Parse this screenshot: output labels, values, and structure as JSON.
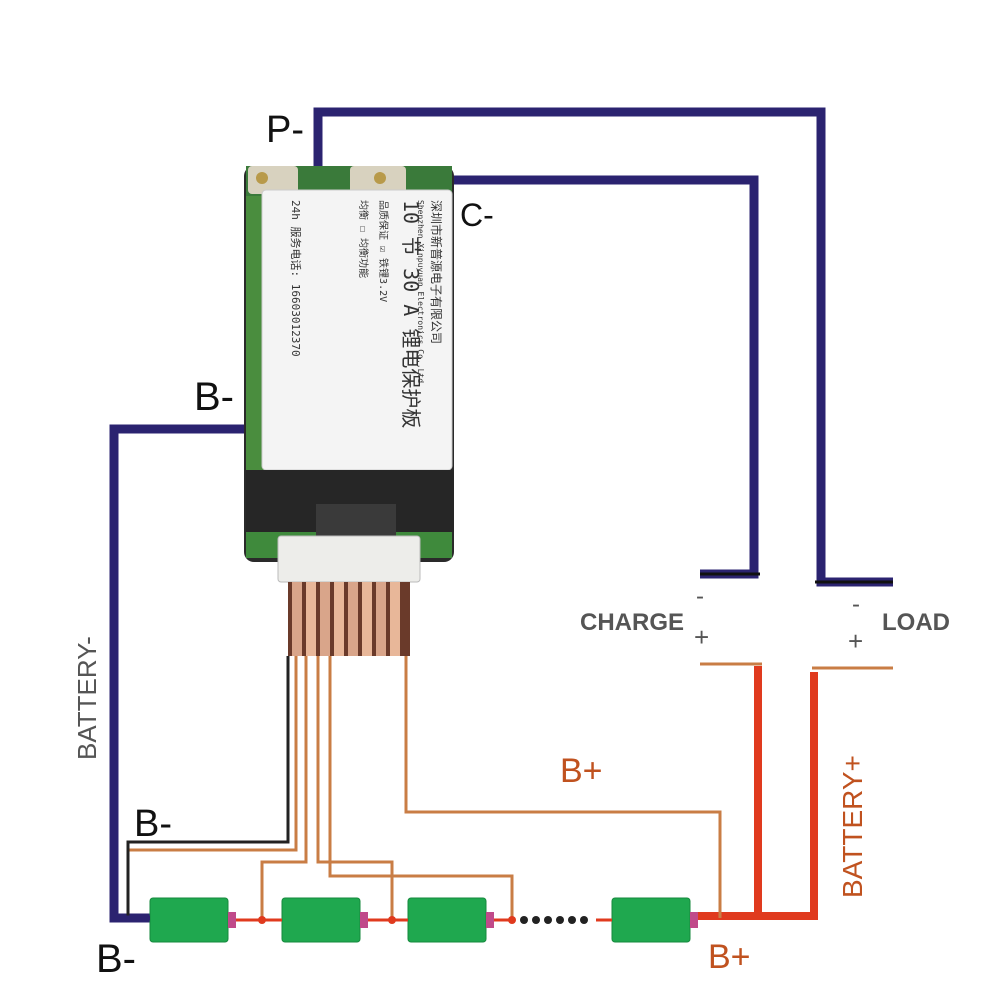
{
  "labels": {
    "p_minus": "P-",
    "c_minus": "C-",
    "b_minus_top": "B-",
    "battery_minus": "BATTERY-",
    "b_minus_mid": "B-",
    "b_minus_bottom": "B-",
    "charge": "CHARGE",
    "load": "LOAD",
    "b_plus_mid": "B+",
    "b_plus_bottom": "B+",
    "battery_plus": "BATTERY+",
    "charge_minus_sign": "-",
    "charge_plus_sign": "+",
    "load_minus_sign": "-",
    "load_plus_sign": "+"
  },
  "board": {
    "line1": "10 节 30 A 锂电保护板",
    "line2": "深圳市新普源电子有限公司",
    "line3": "Shenzhen Xinpuyuan Electronics Co.,Ltd.",
    "line4": "品质保证 ☑ 铁锂3.2V",
    "line5": "均衡 ☐ 均衡功能",
    "line6": "24h 服务电话: 16603012370"
  },
  "colors": {
    "wire_negative": "#2b2370",
    "wire_positive": "#e03a1e",
    "wire_balance": "#c97d45",
    "wire_black": "#222222",
    "cell_green": "#1fa84f",
    "board_dark": "#2a2a2a",
    "label_panel": "#f4f4f4"
  }
}
